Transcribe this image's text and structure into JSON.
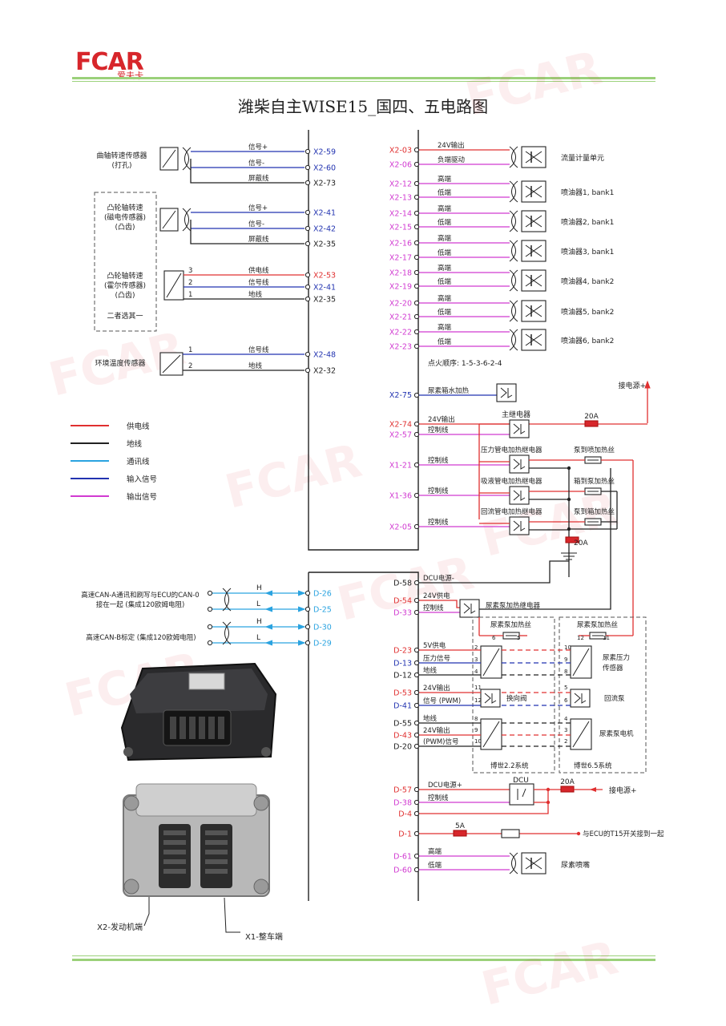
{
  "brand": {
    "logo_text": "FCAR",
    "logo_sub": "爱夫卡",
    "red": "#d7262b",
    "green": "#9bd17a"
  },
  "title": "潍柴自主WISE15_国四、五电路图",
  "colors": {
    "power": "#e03030",
    "ground": "#222222",
    "comm": "#2aa3e0",
    "input": "#2233b0",
    "output": "#d13ad1"
  },
  "legend": [
    {
      "color": "power",
      "label": "供电线"
    },
    {
      "color": "ground",
      "label": "地线"
    },
    {
      "color": "comm",
      "label": "通讯线"
    },
    {
      "color": "input",
      "label": "输入信号"
    },
    {
      "color": "output",
      "label": "输出信号"
    }
  ],
  "sensors": {
    "crank": [
      "曲轴转速传感器",
      "(打孔)"
    ],
    "cam_mag": [
      "凸轮轴转速",
      "(磁电传感器)",
      "(凸齿)"
    ],
    "cam_hall": [
      "凸轮轴转速",
      "(霍尔传感器)",
      "(凸齿)"
    ],
    "choose_one": "二者选其一",
    "ambient": "环境温度传感器"
  },
  "left_pins": [
    {
      "pin": "X2-59",
      "label": "信号+",
      "color": "input"
    },
    {
      "pin": "X2-60",
      "label": "信号-",
      "color": "input"
    },
    {
      "pin": "X2-73",
      "label": "屏蔽线",
      "color": "ground"
    },
    {
      "pin": "X2-41",
      "label": "信号+",
      "color": "input"
    },
    {
      "pin": "X2-42",
      "label": "信号-",
      "color": "input"
    },
    {
      "pin": "X2-35",
      "label": "屏蔽线",
      "color": "ground"
    },
    {
      "pin": "X2-53",
      "label": "供电线",
      "color": "power",
      "num": "3"
    },
    {
      "pin": "X2-41",
      "label": "信号线",
      "color": "input",
      "num": "2"
    },
    {
      "pin": "X2-35",
      "label": "地线",
      "color": "ground",
      "num": "1"
    },
    {
      "pin": "X2-48",
      "label": "信号线",
      "color": "input",
      "num": "1"
    },
    {
      "pin": "X2-32",
      "label": "地线",
      "color": "ground",
      "num": "2"
    }
  ],
  "right_top": [
    {
      "pin": "X2-03",
      "label": "24V输出",
      "color": "power"
    },
    {
      "pin": "X2-06",
      "label": "负端驱动",
      "color": "output"
    },
    {
      "pin": "X2-12",
      "label": "高端",
      "color": "output"
    },
    {
      "pin": "X2-13",
      "label": "低端",
      "color": "output"
    },
    {
      "pin": "X2-14",
      "label": "高端",
      "color": "output"
    },
    {
      "pin": "X2-15",
      "label": "低端",
      "color": "output"
    },
    {
      "pin": "X2-16",
      "label": "高端",
      "color": "output"
    },
    {
      "pin": "X2-17",
      "label": "低端",
      "color": "output"
    },
    {
      "pin": "X2-18",
      "label": "高端",
      "color": "output"
    },
    {
      "pin": "X2-19",
      "label": "低端",
      "color": "output"
    },
    {
      "pin": "X2-20",
      "label": "高端",
      "color": "output"
    },
    {
      "pin": "X2-21",
      "label": "低端",
      "color": "output"
    },
    {
      "pin": "X2-22",
      "label": "高端",
      "color": "output"
    },
    {
      "pin": "X2-23",
      "label": "低端",
      "color": "output"
    }
  ],
  "actuators": [
    "流量计量单元",
    "喷油器1, bank1",
    "喷油器2, bank1",
    "喷油器3, bank1",
    "喷油器4, bank2",
    "喷油器5, bank2",
    "喷油器6, bank2"
  ],
  "firing_order": "点火顺序: 1-5-3-6-2-4",
  "urea_upper": {
    "x2_75": {
      "pin": "X2-75",
      "label": "尿素箱水加热"
    },
    "power_in": "接电源+",
    "x2_74": {
      "pin": "X2-74",
      "label": "24V输出"
    },
    "x2_57": {
      "pin": "X2-57",
      "label": "控制线"
    },
    "x1_21": {
      "pin": "X1-21",
      "label": "控制线"
    },
    "x1_36": {
      "pin": "X1-36",
      "label": "控制线"
    },
    "x2_05": {
      "pin": "X2-05",
      "label": "控制线"
    },
    "main_relay": "主继电器",
    "fuse_top": "20A",
    "fuse_gnd": "20A",
    "relays": [
      "压力管电加热继电器",
      "吸液管电加热继电器",
      "回流管电加热继电器"
    ],
    "heaters": [
      "泵到喷加热丝",
      "箱到泵加热丝",
      "泵到箱加热丝"
    ]
  },
  "can": {
    "a_label": [
      "高速CAN-A通讯和刷写与ECU的CAN-0",
      "接在一起 (集成120欧姆电阻)"
    ],
    "b_label": "高速CAN-B标定 (集成120欧姆电阻)",
    "h": "H",
    "l": "L",
    "pins": [
      "D-26",
      "D-25",
      "D-30",
      "D-29"
    ]
  },
  "urea_lower": {
    "pins": [
      {
        "pin": "D-58",
        "label": "DCU电源-",
        "color": "ground"
      },
      {
        "pin": "D-54",
        "label": "24V供电",
        "color": "power"
      },
      {
        "pin": "D-33",
        "label": "控制线",
        "color": "output"
      },
      {
        "pin": "D-23",
        "label": "5V供电",
        "color": "power"
      },
      {
        "pin": "D-13",
        "label": "压力信号",
        "color": "input"
      },
      {
        "pin": "D-12",
        "label": "地线",
        "color": "ground"
      },
      {
        "pin": "D-53",
        "label": "24V输出",
        "color": "power"
      },
      {
        "pin": "D-41",
        "label": "信号 (PWM)",
        "color": "input"
      },
      {
        "pin": "D-55",
        "label": "地线",
        "color": "ground"
      },
      {
        "pin": "D-43",
        "label": "24V输出",
        "color": "power"
      },
      {
        "pin": "D-20",
        "label": "(PWM)信号",
        "color": "ground"
      }
    ],
    "heater_relay": "尿素泵加热继电器",
    "pump_heater": "尿素泵加热丝",
    "pressure_sensor": "尿素压力传感器",
    "reversing_valve": "换向阀",
    "return_pump": "回流泵",
    "pump_motor": "尿素泵电机",
    "sys22": "博世2.2系统",
    "sys65": "博世6.5系统",
    "pinnums": [
      "6",
      "5",
      "12",
      "11",
      "2",
      "3",
      "4",
      "10",
      "9",
      "8",
      "11",
      "12",
      "5",
      "6",
      "8",
      "9",
      "10",
      "4",
      "3",
      "2"
    ]
  },
  "dcu": {
    "pins": [
      {
        "pin": "D-57",
        "label": "DCU电源+",
        "color": "power"
      },
      {
        "pin": "D-38",
        "label": "控制线",
        "color": "output"
      },
      {
        "pin": "D-4",
        "label": "",
        "color": "power"
      },
      {
        "pin": "D-1",
        "label": "",
        "color": "power"
      },
      {
        "pin": "D-61",
        "label": "高端",
        "color": "output"
      },
      {
        "pin": "D-60",
        "label": "低端",
        "color": "output"
      }
    ],
    "box": "DCU",
    "fuse_20": "20A",
    "power_in": "接电源+",
    "fuse_5": "5A",
    "t15": "与ECU的T15开关接到一起",
    "nozzle": "尿素喷嘴"
  },
  "photo_labels": {
    "x2": "X2-发动机端",
    "x1": "X1-整车端"
  }
}
